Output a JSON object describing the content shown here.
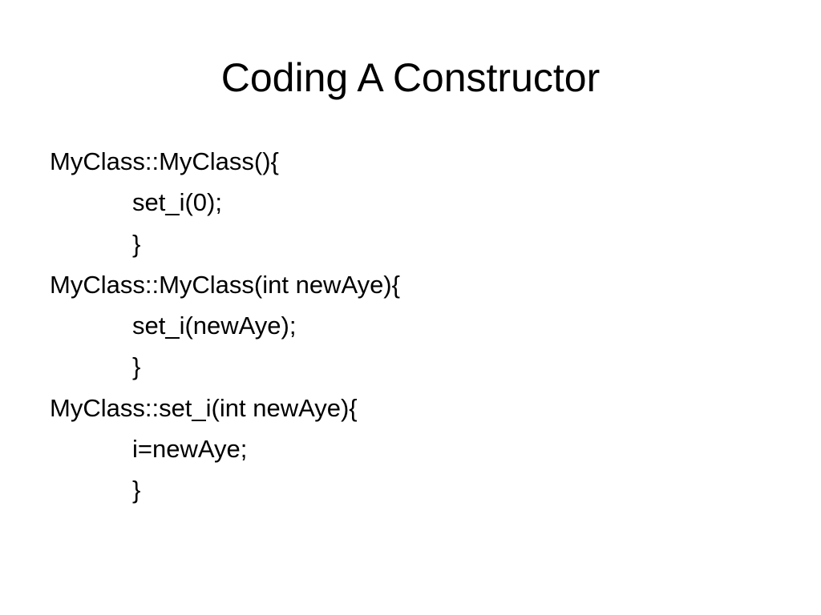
{
  "slide": {
    "title": "Coding A Constructor",
    "lines": [
      {
        "text": "MyClass::MyClass(){",
        "indent": false
      },
      {
        "text": "set_i(0);",
        "indent": true
      },
      {
        "text": "}",
        "indent": true
      },
      {
        "text": "MyClass::MyClass(int newAye){",
        "indent": false
      },
      {
        "text": "set_i(newAye);",
        "indent": true
      },
      {
        "text": "}",
        "indent": true
      },
      {
        "text": "MyClass::set_i(int newAye){",
        "indent": false
      },
      {
        "text": "i=newAye;",
        "indent": true
      },
      {
        "text": "}",
        "indent": true
      }
    ]
  }
}
